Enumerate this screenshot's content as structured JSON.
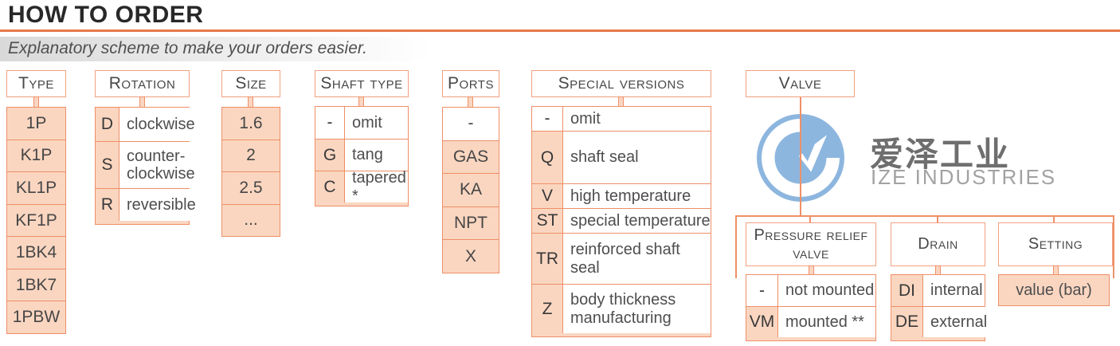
{
  "page": {
    "title": "HOW TO ORDER",
    "subtitle": "Explanatory scheme to make your orders easier."
  },
  "colors": {
    "title_rule": "#e7794c",
    "cell_border": "#ee8f67",
    "cell_fill": "#fad6c1",
    "logo_blue": "#8db6df"
  },
  "columns": {
    "type": {
      "header": "Type",
      "cells": [
        "1P",
        "K1P",
        "KL1P",
        "KF1P",
        "1BK4",
        "1BK7",
        "1PBW"
      ]
    },
    "rotation": {
      "header": "Rotation",
      "rows": [
        {
          "code": "D",
          "label": "clockwise"
        },
        {
          "code": "S",
          "label": "counter-clockwise"
        },
        {
          "code": "R",
          "label": "reversible"
        }
      ]
    },
    "size": {
      "header": "Size",
      "cells": [
        "1.6",
        "2",
        "2.5",
        "..."
      ]
    },
    "shaft_type": {
      "header": "Shaft type",
      "rows": [
        {
          "code": "-",
          "label": "omit"
        },
        {
          "code": "G",
          "label": "tang"
        },
        {
          "code": "C",
          "label": "tapered *"
        }
      ]
    },
    "ports": {
      "header": "Ports",
      "cells": [
        "-",
        "GAS",
        "KA",
        "NPT",
        "X"
      ]
    },
    "special_versions": {
      "header": "Special versions",
      "rows": [
        {
          "code": "-",
          "label": "omit"
        },
        {
          "code": "Q",
          "label": "shaft seal"
        },
        {
          "code": "V",
          "label": "high temperature"
        },
        {
          "code": "ST",
          "label": "special temperature"
        },
        {
          "code": "TR",
          "label": "reinforced shaft seal"
        },
        {
          "code": "Z",
          "label": "body thickness manufacturing"
        }
      ]
    },
    "valve": {
      "header": "Valve",
      "pressure_relief_valve": {
        "header": "Pressure relief valve",
        "rows": [
          {
            "code": "-",
            "label": "not mounted"
          },
          {
            "code": "VM",
            "label": "mounted **"
          }
        ]
      },
      "drain": {
        "header": "Drain",
        "rows": [
          {
            "code": "DI",
            "label": "internal"
          },
          {
            "code": "DE",
            "label": "external"
          }
        ]
      },
      "setting": {
        "header": "Setting",
        "value": "value (bar)"
      }
    }
  },
  "watermark": {
    "cn": "爱泽工业",
    "en": "IZE INDUSTRIES"
  }
}
